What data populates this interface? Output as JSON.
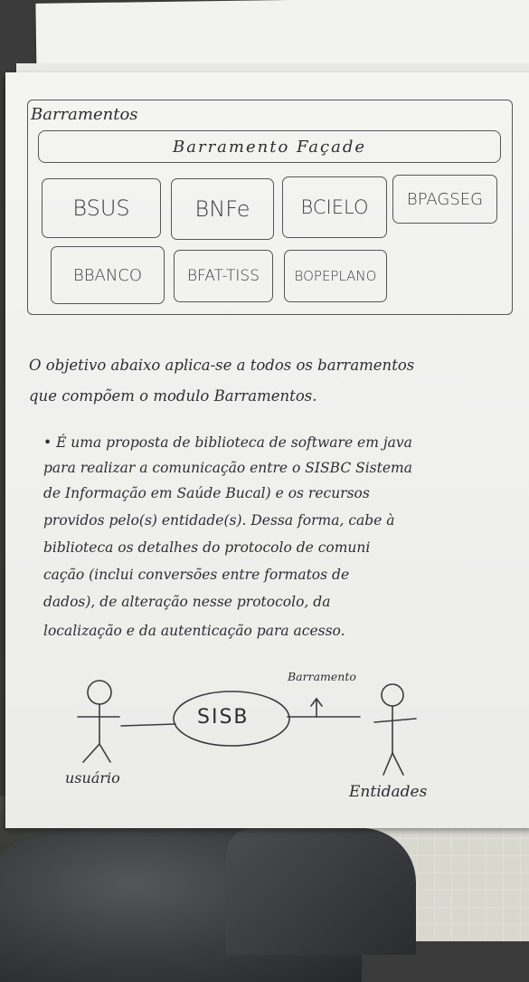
{
  "notebook": {
    "heading": "Barramentos",
    "facade_label": "Barramento Façade",
    "bus_modules": [
      "BSUS",
      "BNFe",
      "BCIELO",
      "BPAGSEG",
      "BBANCO",
      "BFAT-TISS",
      "BOPEPLANO"
    ],
    "paragraph1": [
      "O objetivo abaixo aplica-se a todos os barramentos",
      "que compõem o modulo Barramentos."
    ],
    "paragraph2": [
      "• É uma proposta de biblioteca de software em java",
      "para realizar a comunicação entre o SISBC Sistema",
      "de Informação em Saúde Bucal) e os recursos",
      "providos pelo(s) entidade(s). Dessa forma, cabe à",
      "biblioteca os detalhes do protocolo de comuni",
      "cação (inclui conversões entre formatos de",
      "dados), de alteração nesse protocolo, da",
      "localização e da autenticação para acesso."
    ],
    "diagram": {
      "actor_left": "usuário",
      "system": "SISB",
      "interface": "Barramento",
      "actor_right": "Entidades"
    }
  }
}
